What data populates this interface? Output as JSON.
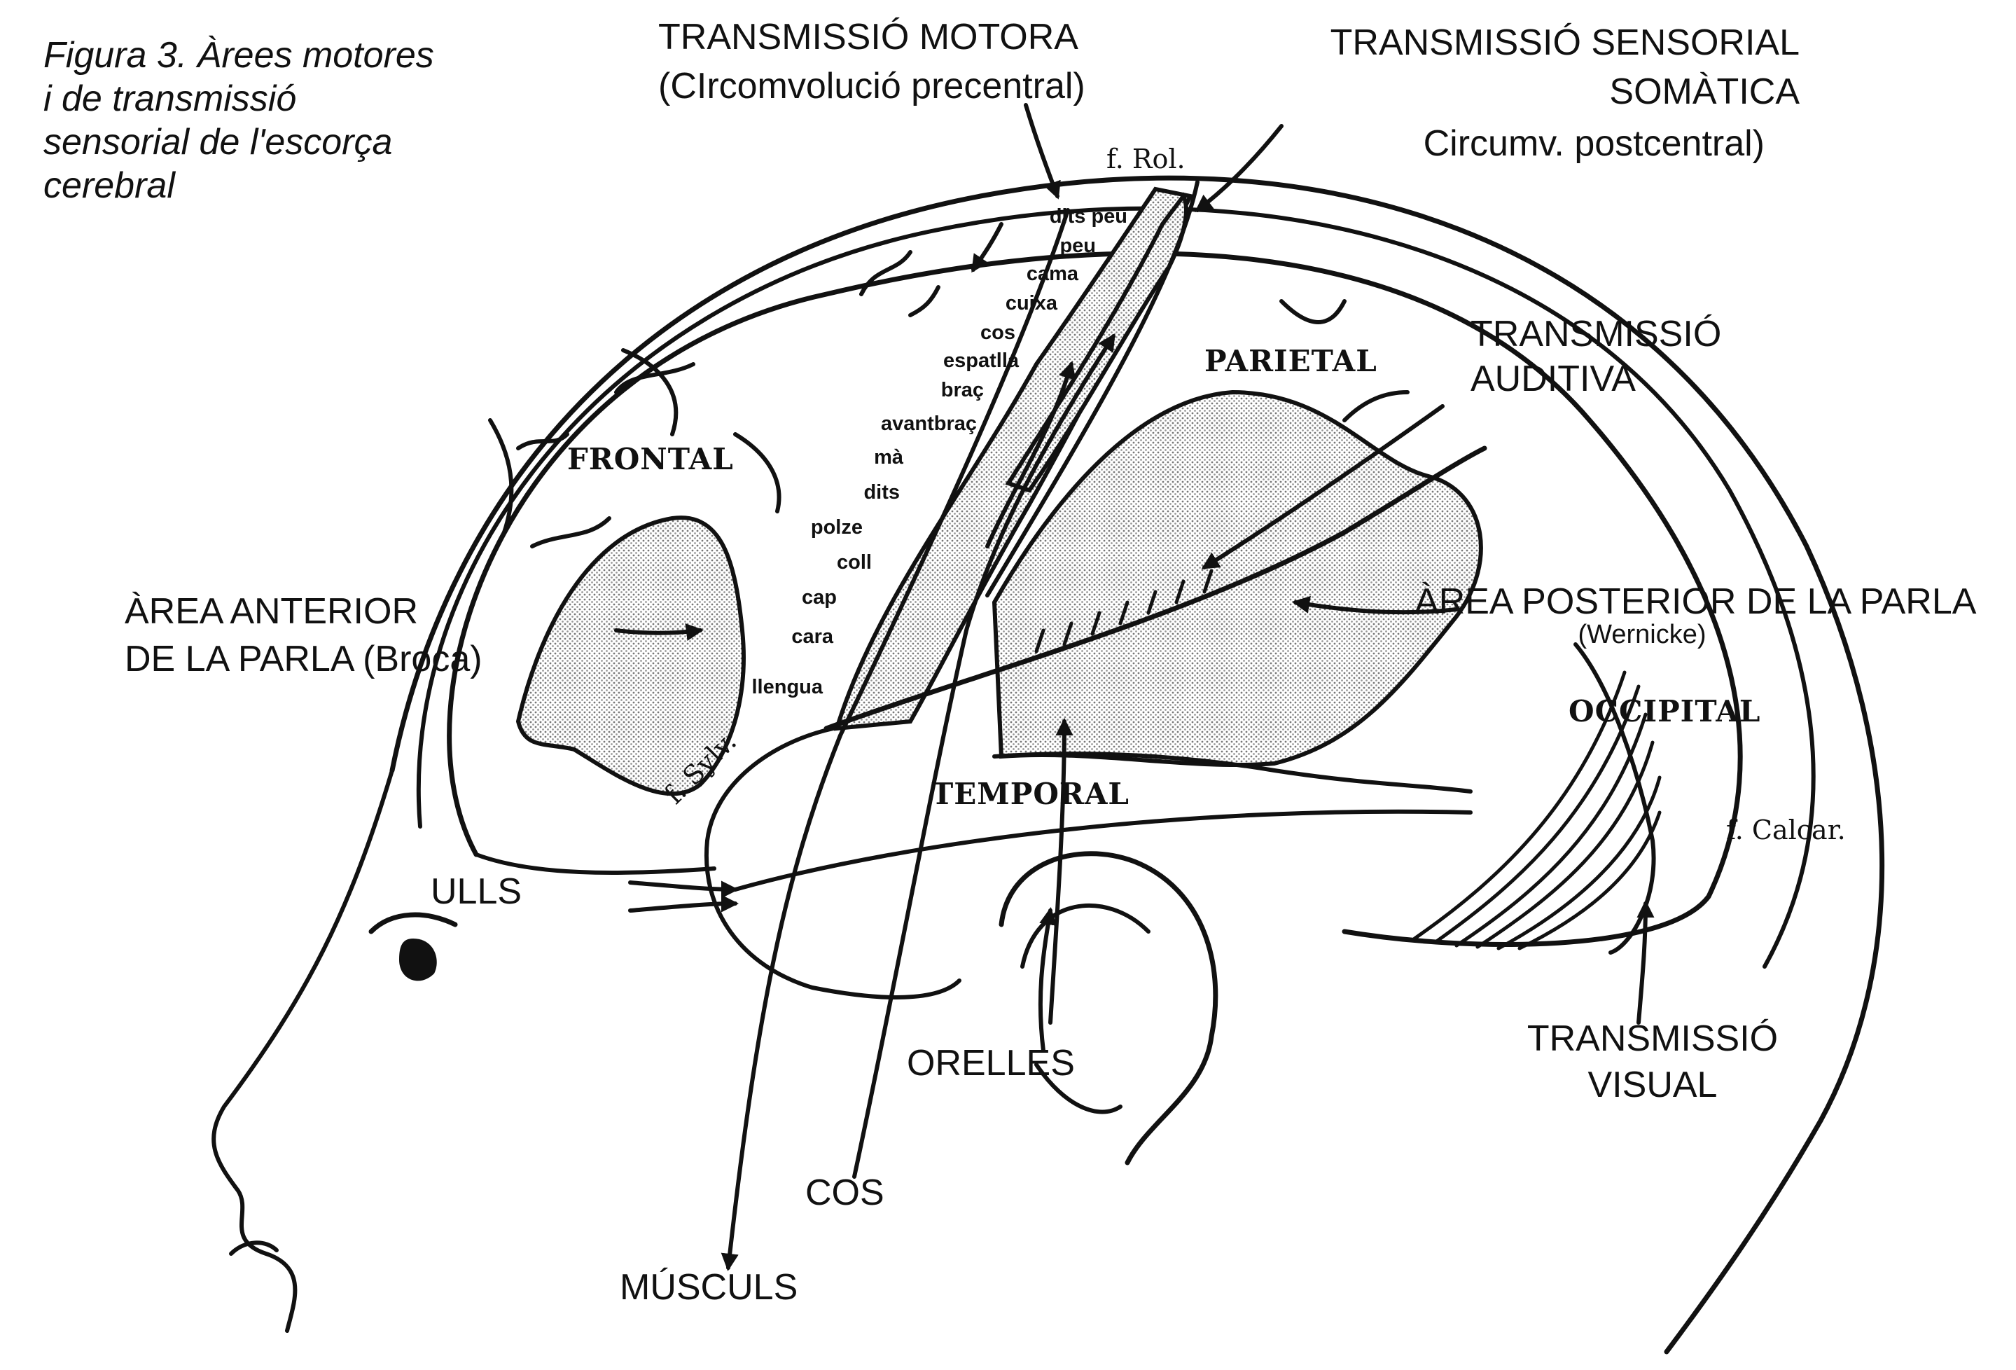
{
  "caption": [
    "Figura 3. Àrees motores",
    "i de transmissió",
    "sensorial de l'escorça",
    "cerebral"
  ],
  "labels": {
    "motor_title": "TRANSMISSIÓ MOTORA",
    "motor_sub": "(CIrcomvolució precentral)",
    "sensory_line1": "TRANSMISSIÓ SENSORIAL",
    "sensory_line2": "SOMÀTICA",
    "sensory_line3": "Circumv. postcentral)",
    "auditory_line1": "TRANSMISSIÓ",
    "auditory_line2": "AUDITIVA",
    "broca_line1": "ÀREA ANTERIOR",
    "broca_line2": "DE LA PARLA (Broca)",
    "wernicke_line1": "ÀREA POSTERIOR DE LA PARLA",
    "wernicke_line2": "(Wernicke)",
    "visual_line1": "TRANSMISSIÓ",
    "visual_line2": "VISUAL",
    "eyes": "ULLS",
    "ears": "ORELLES",
    "body": "COS",
    "muscles": "MÚSCULS"
  },
  "lobes": {
    "frontal": "FRONTAL",
    "parietal": "PARIETAL",
    "temporal": "TEMPORAL",
    "occipital": "OCCIPITAL"
  },
  "fissures": {
    "rolandic": "f. Rol.",
    "sylvian": "f. Sylv.",
    "calcarine": "f. Calcar."
  },
  "body_parts": [
    "dits peu",
    "peu",
    "cama",
    "cuixa",
    "cos",
    "espatlla",
    "braç",
    "avantbraç",
    "mà",
    "dits",
    "polze",
    "coll",
    "cap",
    "cara",
    "llengua"
  ]
}
